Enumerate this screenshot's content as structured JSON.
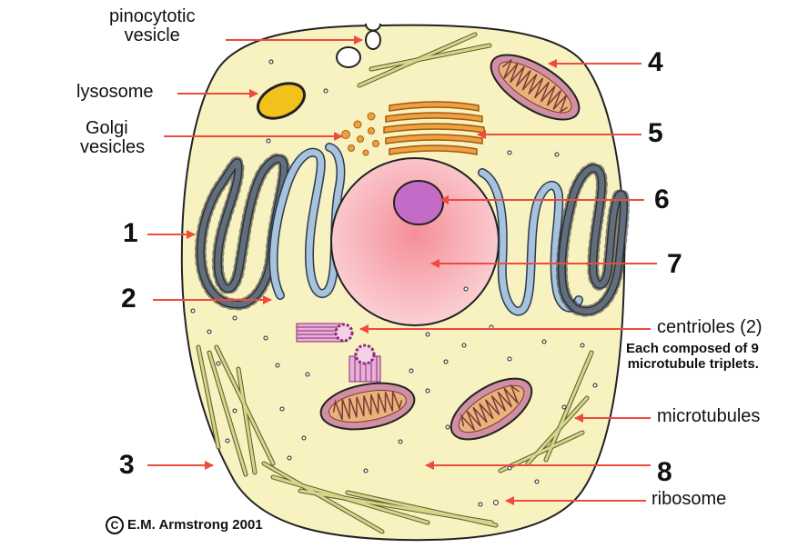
{
  "labels": {
    "pinocytotic_vesicle": [
      "pinocytotic",
      "vesicle"
    ],
    "lysosome": "lysosome",
    "golgi_vesicles": [
      "Golgi",
      "vesicles"
    ],
    "num_1": "1",
    "num_2": "2",
    "num_3": "3",
    "num_4": "4",
    "num_5": "5",
    "num_6": "6",
    "num_7": "7",
    "num_8": "8",
    "centrioles": "centrioles (2)",
    "centrioles_note": [
      "Each composed of 9",
      "microtubule triplets."
    ],
    "microtubules": "microtubules",
    "ribosome": "ribosome"
  },
  "credit": {
    "symbol": "C",
    "text": "E.M. Armstrong 2001"
  },
  "colors": {
    "cytoplasm": "#f8f2c0",
    "nucleus": "#f9c7cd",
    "nucleolus": "#c46ac7",
    "er": "#a7c3db",
    "golgi": "#f0a040",
    "mitochondrion_outer": "#d08fa3",
    "mitochondrion_inner": "#e9b27a",
    "lysosome": "#f2c21a",
    "microtubule": "#d6d58a",
    "arrow": "#ee4a3d"
  }
}
